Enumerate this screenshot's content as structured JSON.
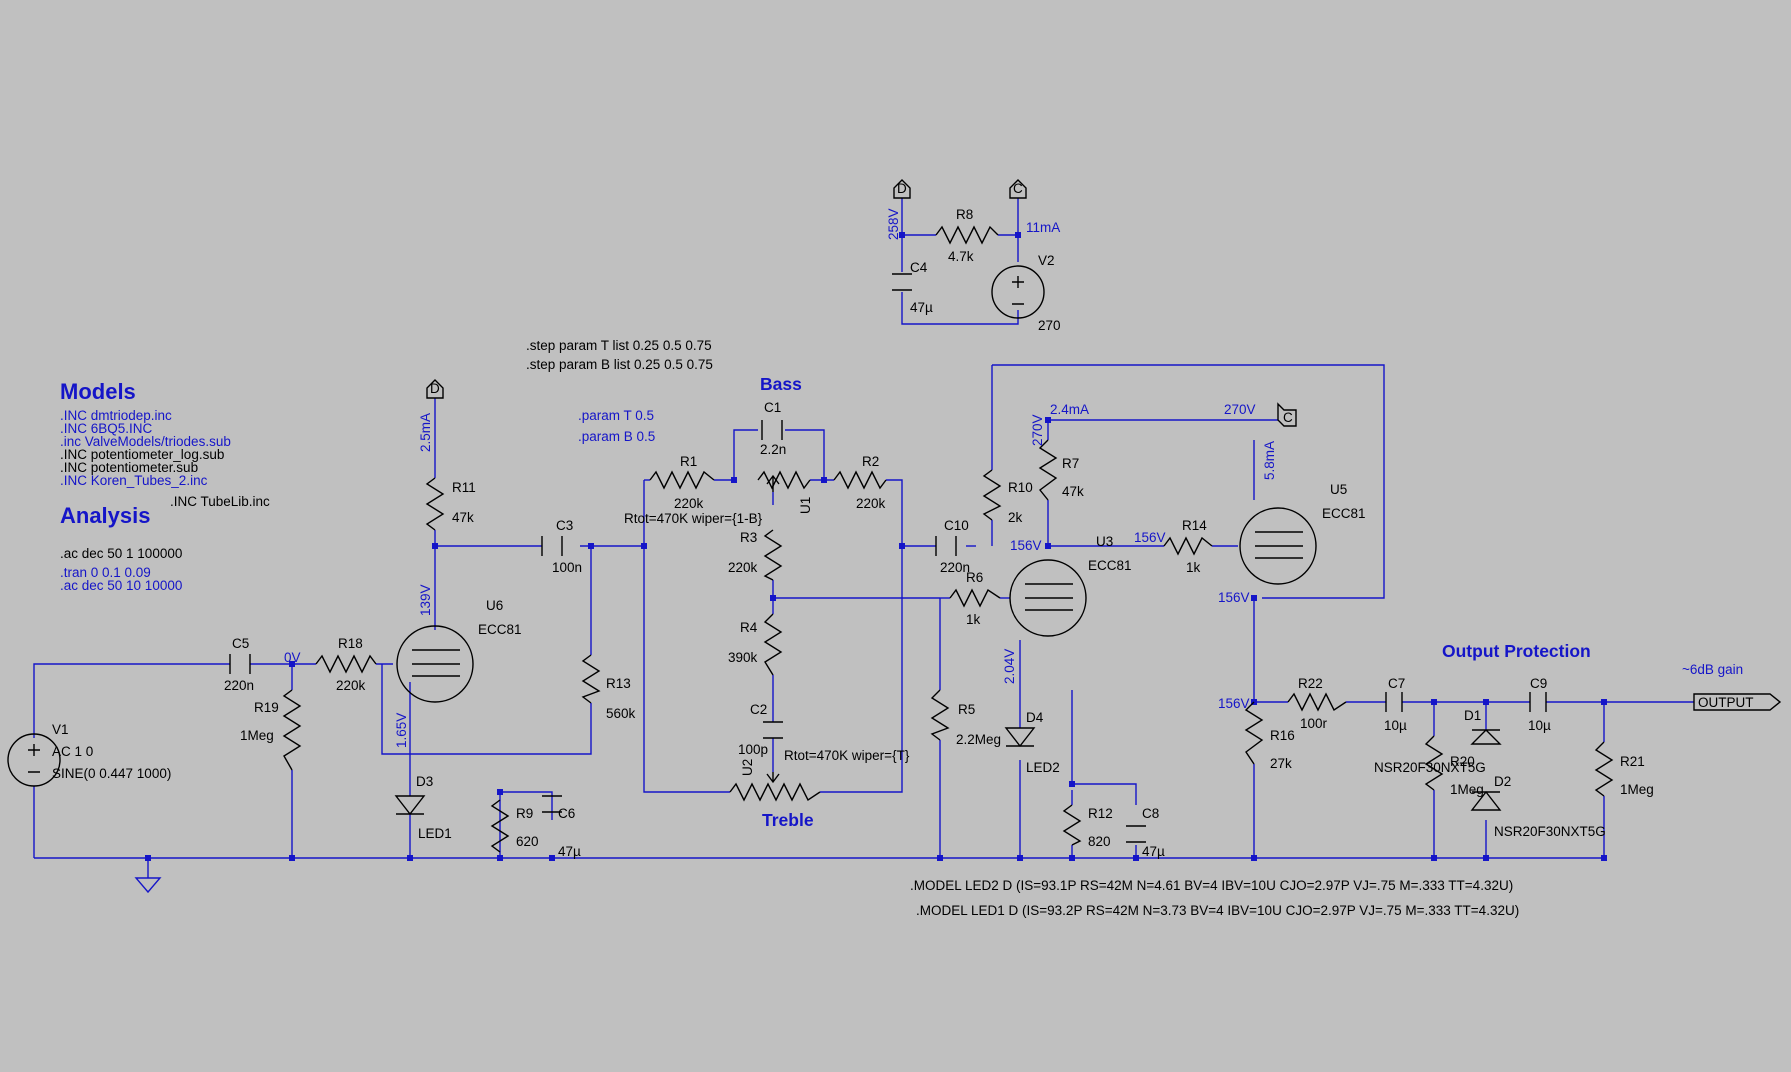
{
  "colors": {
    "background": "#c0c0c0",
    "wire": "#1515c8",
    "component": "#000000",
    "annotation": "#1515c8"
  },
  "headings": {
    "models": "Models",
    "analysis": "Analysis",
    "bass": "Bass",
    "treble": "Treble",
    "output_protection": "Output Protection",
    "gain": "~6dB gain"
  },
  "directives": {
    "inc": [
      ".INC dmtriodep.inc",
      ".INC 6BQ5.INC",
      ".inc ValveModels/triodes.sub",
      ".INC potentiometer_log.sub",
      ".INC potentiometer.sub",
      ".INC Koren_Tubes_2.inc"
    ],
    "inc_tubelib": ".INC TubeLib.inc",
    "ac1": ".ac dec 50 1 100000",
    "tran": ".tran 0 0.1 0.09",
    "ac2": ".ac dec 50 10 10000",
    "step_t": ".step param T list 0.25 0.5 0.75",
    "step_b": ".step param B list 0.25 0.5 0.75",
    "param_t": ".param T 0.5",
    "param_b": ".param B 0.5",
    "model_led2": ".MODEL LED2 D (IS=93.1P RS=42M N=4.61 BV=4 IBV=10U CJO=2.97P VJ=.75 M=.333 TT=4.32U)",
    "model_led1": ".MODEL LED1 D (IS=93.2P RS=42M N=3.73 BV=4 IBV=10U CJO=2.97P VJ=.75 M=.333 TT=4.32U)"
  },
  "components": {
    "V1": {
      "name": "V1",
      "val1": "AC 1 0",
      "val2": "SINE(0 0.447 1000)"
    },
    "V2": {
      "name": "V2",
      "value": "270"
    },
    "C5": {
      "name": "C5",
      "value": "220n"
    },
    "R18": {
      "name": "R18",
      "value": "220k"
    },
    "R19": {
      "name": "R19",
      "value": "1Meg"
    },
    "R11": {
      "name": "R11",
      "value": "47k"
    },
    "U6": {
      "name": "U6",
      "value": "ECC81"
    },
    "D3": {
      "name": "D3",
      "value": "LED1"
    },
    "R9": {
      "name": "R9",
      "value": "620"
    },
    "C6": {
      "name": "C6",
      "value": "47µ"
    },
    "C3": {
      "name": "C3",
      "value": "100n"
    },
    "R13": {
      "name": "R13",
      "value": "560k"
    },
    "C1": {
      "name": "C1",
      "value": "2.2n"
    },
    "R1": {
      "name": "R1",
      "value": "220k"
    },
    "R2": {
      "name": "R2",
      "value": "220k"
    },
    "U1": {
      "name": "U1",
      "value": "Rtot=470K wiper={1-B}"
    },
    "R3": {
      "name": "R3",
      "value": "220k"
    },
    "R4": {
      "name": "R4",
      "value": "390k"
    },
    "C2": {
      "name": "C2",
      "value": "100p"
    },
    "U2": {
      "name": "U2",
      "value": "Rtot=470K wiper={T}"
    },
    "C10": {
      "name": "C10",
      "value": "220n"
    },
    "R10": {
      "name": "R10",
      "value": "2k"
    },
    "R6": {
      "name": "R6",
      "value": "1k"
    },
    "R5": {
      "name": "R5",
      "value": "2.2Meg"
    },
    "U3": {
      "name": "U3",
      "value": "ECC81"
    },
    "D4": {
      "name": "D4",
      "value": "LED2"
    },
    "R12": {
      "name": "R12",
      "value": "820"
    },
    "C8": {
      "name": "C8",
      "value": "47µ"
    },
    "R7": {
      "name": "R7",
      "value": "47k"
    },
    "R14": {
      "name": "R14",
      "value": "1k"
    },
    "U5": {
      "name": "U5",
      "value": "ECC81"
    },
    "R16": {
      "name": "R16",
      "value": "27k"
    },
    "R22": {
      "name": "R22",
      "value": "100r"
    },
    "C7": {
      "name": "C7",
      "value": "10µ"
    },
    "R20": {
      "name": "R20",
      "value": "1Meg"
    },
    "D1": {
      "name": "D1",
      "value": "NSR20F30NXT5G"
    },
    "D2": {
      "name": "D2",
      "value": "NSR20F30NXT5G"
    },
    "C9": {
      "name": "C9",
      "value": "10µ"
    },
    "R21": {
      "name": "R21",
      "value": "1Meg"
    },
    "R8": {
      "name": "R8",
      "value": "4.7k"
    },
    "C4": {
      "name": "C4",
      "value": "47µ"
    }
  },
  "readouts": {
    "v_in": "0V",
    "i_r11": "2.5mA",
    "v_u6_plate": "139V",
    "v_u6_cathode": "1.65V",
    "v_r8": "258V",
    "i_v2": "11mA",
    "v_u3_plate": "270V",
    "i_r7": "2.4mA",
    "v_c_node": "270V",
    "i_u5": "5.8mA",
    "v_u3_a": "156V",
    "v_u3_b": "156V",
    "v_u3_cathode": "2.04V",
    "v_u5_cathode": "156V",
    "v_out_node": "156V"
  },
  "flags": {
    "d": "D",
    "c": "C",
    "output": "OUTPUT"
  }
}
